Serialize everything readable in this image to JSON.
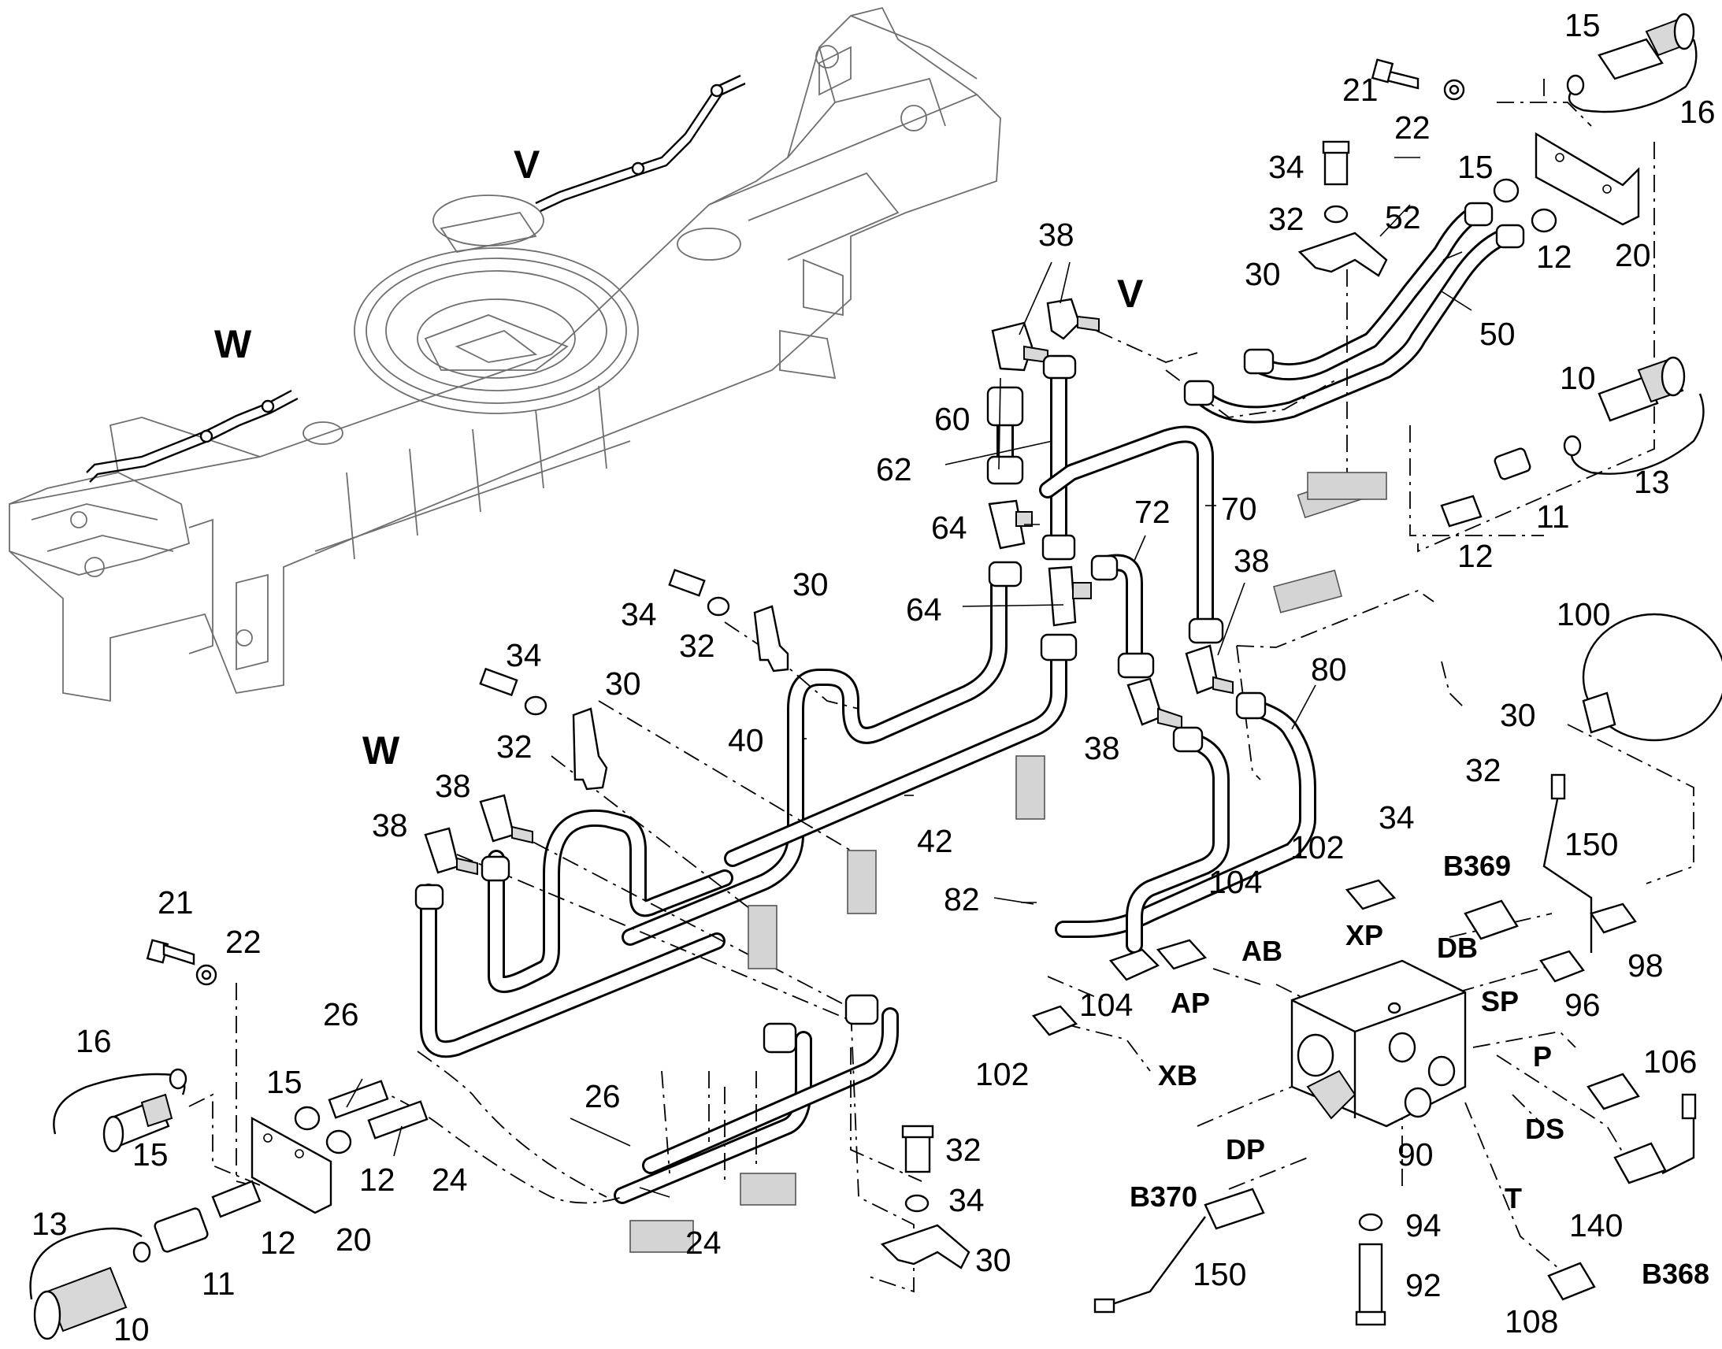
{
  "labels": {
    "n15_tr": "15",
    "n16_tr": "16",
    "n21_tr": "21",
    "n22_tr": "22",
    "n34_a": "34",
    "n32_a": "32",
    "n30_a": "30",
    "n15_b": "15",
    "n52": "52",
    "n12_a": "12",
    "n20_tr": "20",
    "n50": "50",
    "n38_a": "38",
    "n60": "60",
    "n62": "62",
    "n64_a": "64",
    "n64_b": "64",
    "n72": "72",
    "n70": "70",
    "n38_b": "38",
    "n10_r": "10",
    "n13_r": "13",
    "n11_r": "11",
    "n12_r": "12",
    "n100": "100",
    "n80": "80",
    "n30_b": "30",
    "n34_b": "34",
    "n32_b": "32",
    "n30_c": "30",
    "n34_c": "34",
    "n32_c": "32",
    "n40": "40",
    "n42": "42",
    "n38_c": "38",
    "n38_d": "38",
    "n38_e": "38",
    "n30_d": "30",
    "n32_d": "32",
    "n34_d": "34",
    "n82": "82",
    "n104_a": "104",
    "n102_a": "102",
    "n150_a": "150",
    "n104_b": "104",
    "n98": "98",
    "n96": "96",
    "n106": "106",
    "n102_b": "102",
    "n90": "90",
    "n21_l": "21",
    "n22_l": "22",
    "n16_l": "16",
    "n15_l1": "15",
    "n15_l2": "15",
    "n26_a": "26",
    "n26_b": "26",
    "n12_l1": "12",
    "n24_a": "24",
    "n24_b": "24",
    "n13_l": "13",
    "n11_l": "11",
    "n12_l2": "12",
    "n20_l": "20",
    "n10_l": "10",
    "n32_e": "32",
    "n34_e": "34",
    "n30_e": "30",
    "n140": "140",
    "n94": "94",
    "n92": "92",
    "n108": "108",
    "n150_b": "150"
  },
  "ports": {
    "AB": "AB",
    "XP": "XP",
    "DB": "DB",
    "AP": "AP",
    "SP": "SP",
    "XB": "XB",
    "P": "P",
    "DS": "DS",
    "DP": "DP",
    "T": "T"
  },
  "sensors": {
    "b369": "B369",
    "b370": "B370",
    "b368": "B368"
  },
  "views": {
    "v_main": "V",
    "w_main": "W",
    "v_frame": "V",
    "w_frame": "W"
  }
}
